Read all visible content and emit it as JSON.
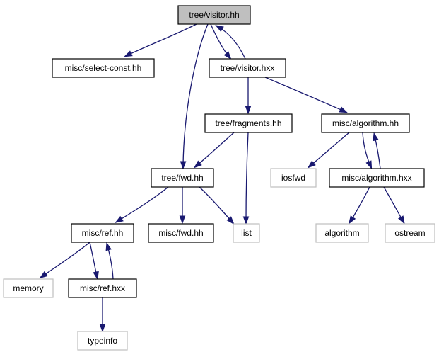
{
  "nodes": [
    {
      "id": "tree_visitor_hh",
      "label": "tree/visitor.hh",
      "kind": "focus"
    },
    {
      "id": "misc_select_const_hh",
      "label": "misc/select-const.hh",
      "kind": "internal"
    },
    {
      "id": "tree_visitor_hxx",
      "label": "tree/visitor.hxx",
      "kind": "internal"
    },
    {
      "id": "tree_fragments_hh",
      "label": "tree/fragments.hh",
      "kind": "internal"
    },
    {
      "id": "misc_algorithm_hh",
      "label": "misc/algorithm.hh",
      "kind": "internal"
    },
    {
      "id": "tree_fwd_hh",
      "label": "tree/fwd.hh",
      "kind": "internal"
    },
    {
      "id": "iosfwd",
      "label": "iosfwd",
      "kind": "external"
    },
    {
      "id": "misc_algorithm_hxx",
      "label": "misc/algorithm.hxx",
      "kind": "internal"
    },
    {
      "id": "misc_ref_hh",
      "label": "misc/ref.hh",
      "kind": "internal"
    },
    {
      "id": "misc_fwd_hh",
      "label": "misc/fwd.hh",
      "kind": "internal"
    },
    {
      "id": "list",
      "label": "list",
      "kind": "external"
    },
    {
      "id": "algorithm",
      "label": "algorithm",
      "kind": "external"
    },
    {
      "id": "ostream",
      "label": "ostream",
      "kind": "external"
    },
    {
      "id": "memory",
      "label": "memory",
      "kind": "external"
    },
    {
      "id": "misc_ref_hxx",
      "label": "misc/ref.hxx",
      "kind": "internal"
    },
    {
      "id": "typeinfo",
      "label": "typeinfo",
      "kind": "external"
    }
  ],
  "edges": [
    {
      "from": "tree_visitor_hh",
      "to": "misc_select_const_hh"
    },
    {
      "from": "tree_visitor_hh",
      "to": "tree_visitor_hxx"
    },
    {
      "from": "tree_visitor_hh",
      "to": "tree_fwd_hh"
    },
    {
      "from": "tree_visitor_hxx",
      "to": "tree_visitor_hh"
    },
    {
      "from": "tree_visitor_hxx",
      "to": "tree_fragments_hh"
    },
    {
      "from": "tree_visitor_hxx",
      "to": "misc_algorithm_hh"
    },
    {
      "from": "tree_fragments_hh",
      "to": "tree_fwd_hh"
    },
    {
      "from": "tree_fragments_hh",
      "to": "list"
    },
    {
      "from": "misc_algorithm_hh",
      "to": "iosfwd"
    },
    {
      "from": "misc_algorithm_hh",
      "to": "misc_algorithm_hxx"
    },
    {
      "from": "misc_algorithm_hxx",
      "to": "misc_algorithm_hh"
    },
    {
      "from": "misc_algorithm_hxx",
      "to": "algorithm"
    },
    {
      "from": "misc_algorithm_hxx",
      "to": "ostream"
    },
    {
      "from": "tree_fwd_hh",
      "to": "misc_ref_hh"
    },
    {
      "from": "tree_fwd_hh",
      "to": "misc_fwd_hh"
    },
    {
      "from": "tree_fwd_hh",
      "to": "list"
    },
    {
      "from": "misc_ref_hh",
      "to": "memory"
    },
    {
      "from": "misc_ref_hh",
      "to": "misc_ref_hxx"
    },
    {
      "from": "misc_ref_hxx",
      "to": "misc_ref_hh"
    },
    {
      "from": "misc_ref_hxx",
      "to": "typeinfo"
    }
  ],
  "colors": {
    "edge": "#191970",
    "node_border": "#000000",
    "external_border": "#bfbfbf",
    "focus_fill": "#bfbfbf"
  }
}
